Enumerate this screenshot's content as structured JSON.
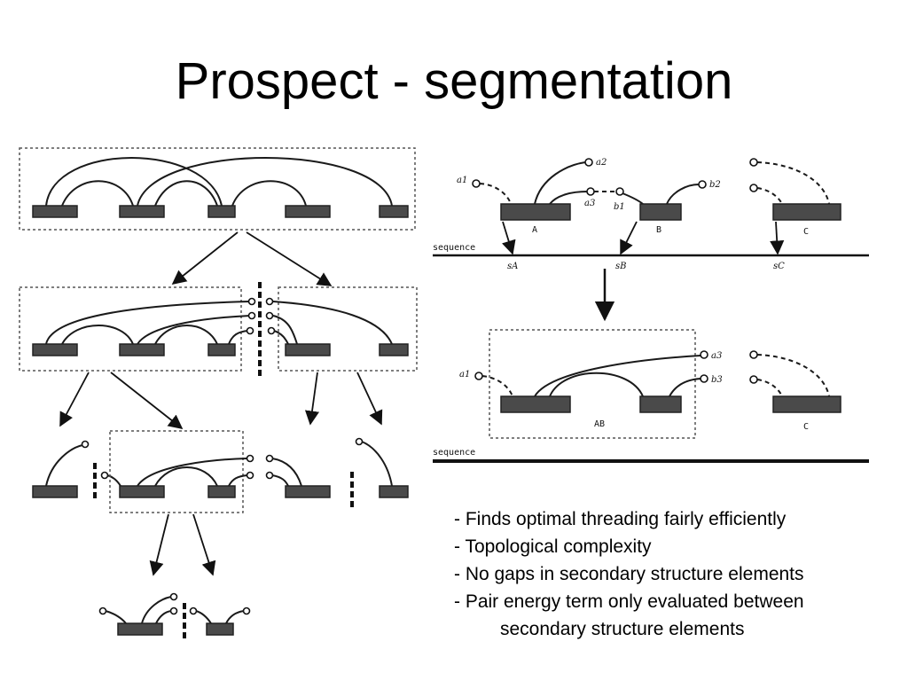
{
  "title": "Prospect - segmentation",
  "bullets": [
    "- Finds optimal threading fairly efficiently",
    "- Topological complexity",
    "- No gaps in secondary structure elements",
    "- Pair energy term only evaluated between"
  ],
  "bullet_continuation": "secondary structure elements",
  "right_diagram": {
    "sequence_label": "sequence",
    "segment_labels": [
      "A",
      "B",
      "C",
      "AB",
      "C"
    ],
    "end_labels": [
      "a1",
      "a2",
      "a3",
      "b1",
      "b2",
      "b3"
    ],
    "positions": [
      "sA",
      "sB",
      "sC"
    ]
  }
}
